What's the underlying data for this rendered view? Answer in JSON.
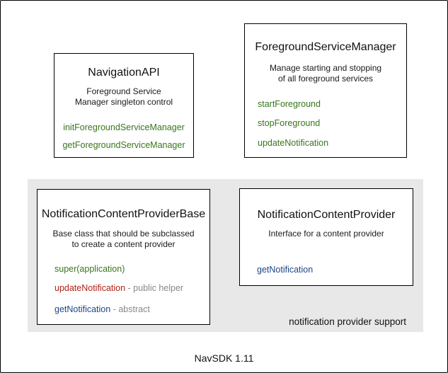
{
  "palette": {
    "method-green": "#38761d",
    "method-red": "#ab2317",
    "method-blue": "#1c4587",
    "muted-gray": "#888888",
    "panel-gray": "#e8e8e8",
    "border-black": "#000000"
  },
  "boxes": {
    "navigation_api": {
      "title": "NavigationAPI",
      "description": [
        "Foreground Service",
        "Manager singleton control"
      ],
      "methods": [
        {
          "name": "initForegroundServiceManager"
        },
        {
          "name": "getForegroundServiceManager"
        }
      ]
    },
    "foreground_service_manager": {
      "title": "ForegroundServiceManager",
      "description": [
        "Manage starting and stopping",
        "of all foreground services"
      ],
      "methods": [
        {
          "name": "startForeground"
        },
        {
          "name": "stopForeground"
        },
        {
          "name": "updateNotification"
        }
      ]
    },
    "notification_content_provider_base": {
      "title": "NotificationContentProviderBase",
      "description": [
        "Base class that should be subclassed",
        "to create a content provider"
      ],
      "methods": [
        {
          "name": "super(application)",
          "suffix": ""
        },
        {
          "name": "updateNotification",
          "suffix": " - public helper"
        },
        {
          "name": "getNotification",
          "suffix": " - abstract"
        }
      ]
    },
    "notification_content_provider": {
      "title": "NotificationContentProvider",
      "description": [
        "Interface for a content provider"
      ],
      "methods": [
        {
          "name": "getNotification"
        }
      ]
    }
  },
  "panel": {
    "caption": "notification provider support"
  },
  "footer": {
    "caption": "NavSDK 1.11"
  }
}
